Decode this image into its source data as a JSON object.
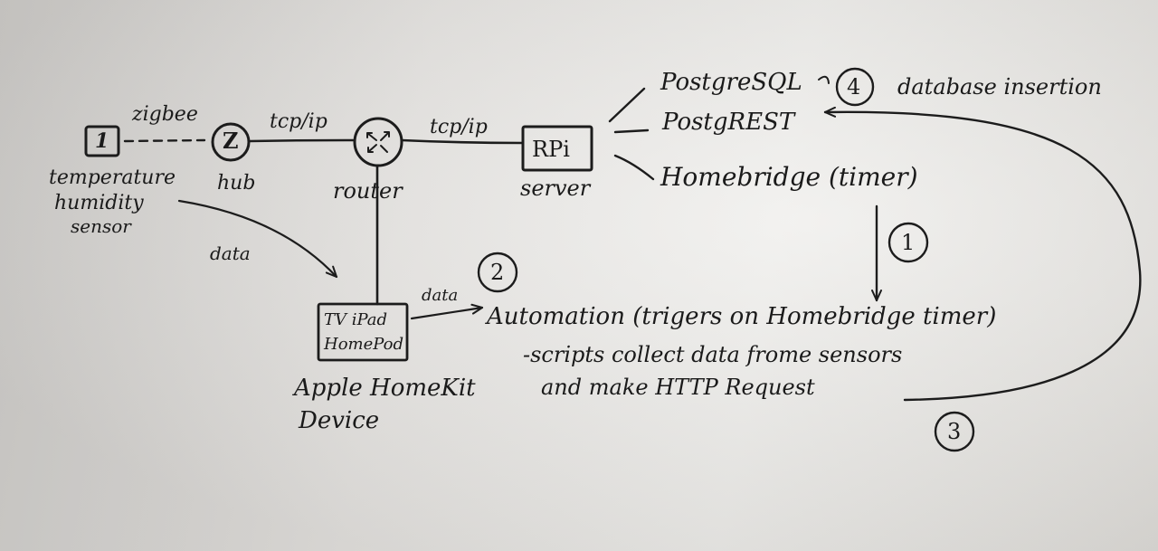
{
  "sensor": {
    "box_label": "1",
    "name_line1": "temperature",
    "name_line2": "humidity",
    "name_line3": "sensor"
  },
  "hub": {
    "circle_label": "Z",
    "name": "hub"
  },
  "router": {
    "name": "router"
  },
  "server": {
    "box_label": "RPi",
    "name": "server"
  },
  "links": {
    "sensor_hub": "zigbee",
    "hub_router": "tcp/ip",
    "router_server": "tcp/ip",
    "sensor_device": "data",
    "device_automation": "data"
  },
  "device": {
    "box_line1": "TV iPad",
    "box_line2": "HomePod",
    "name_line1": "Apple HomeKit",
    "name_line2": "Device"
  },
  "services": {
    "postgresql": "PostgreSQL",
    "postgrest": "PostgREST",
    "homebridge": "Homebridge (timer)"
  },
  "steps": {
    "step1": "1",
    "step2": "2",
    "step3": "3",
    "step4": "4",
    "step4_label": "database insertion"
  },
  "automation": {
    "line1": "Automation (trigers on Homebridge timer)",
    "line2": "-scripts collect data frome sensors",
    "line3": "and make HTTP Request"
  }
}
